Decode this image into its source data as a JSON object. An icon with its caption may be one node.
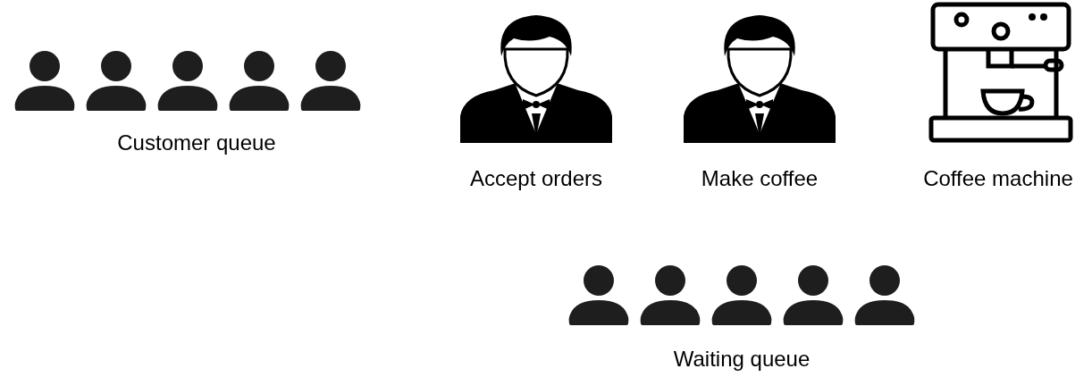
{
  "diagram": {
    "labels": [
      "Customer queue",
      "Accept orders",
      "Make coffee",
      "Coffee machine",
      "Waiting queue"
    ]
  }
}
